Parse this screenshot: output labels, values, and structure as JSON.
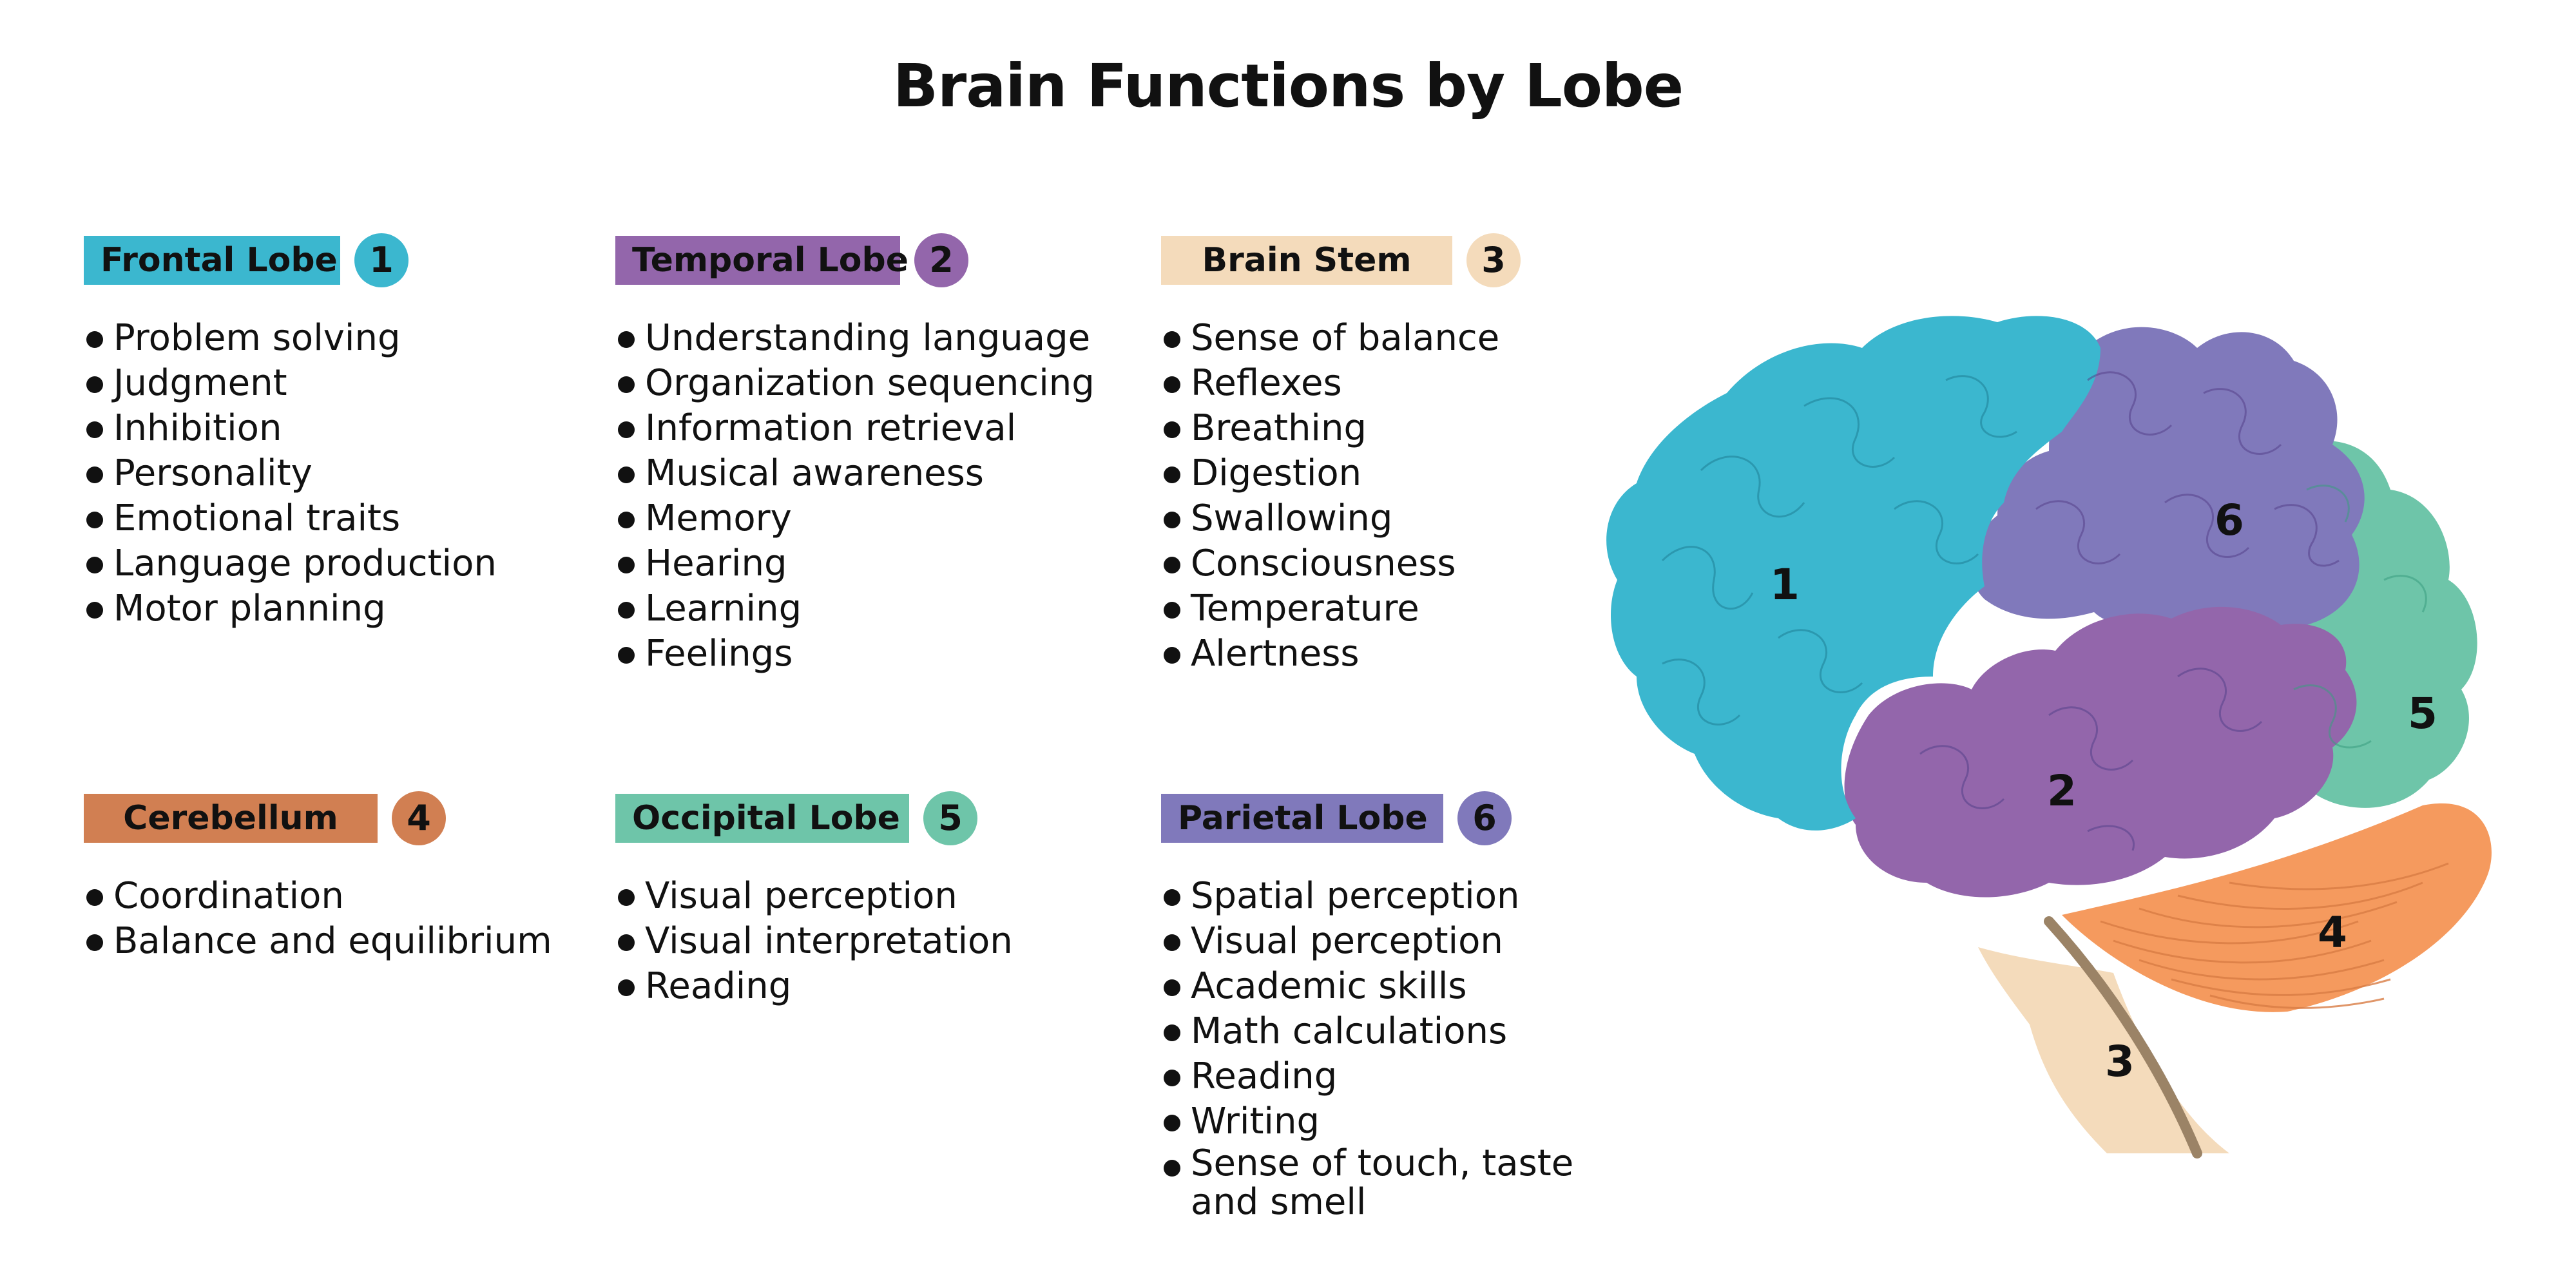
{
  "title": "Brain Functions by Lobe",
  "lobes": [
    {
      "name": "Frontal Lobe",
      "number": "1",
      "color": "#3bb7cf",
      "items": [
        "Problem solving",
        "Judgment",
        "Inhibition",
        "Personality",
        "Emotional traits",
        "Language production",
        "Motor planning"
      ]
    },
    {
      "name": "Temporal Lobe",
      "number": "2",
      "color": "#9366ab",
      "items": [
        "Understanding language",
        "Organization sequencing",
        "Information retrieval",
        "Musical awareness",
        "Memory",
        "Hearing",
        "Learning",
        "Feelings"
      ]
    },
    {
      "name": "Brain Stem",
      "number": "3",
      "color": "#f4dbbb",
      "items": [
        "Sense of balance",
        "Reflexes",
        "Breathing",
        "Digestion",
        "Swallowing",
        "Consciousness",
        "Temperature",
        "Alertness"
      ]
    },
    {
      "name": "Cerebellum",
      "number": "4",
      "color": "#d17f52",
      "items": [
        "Coordination",
        "Balance and equilibrium"
      ]
    },
    {
      "name": "Occipital Lobe",
      "number": "5",
      "color": "#6ec5a9",
      "items": [
        "Visual perception",
        "Visual interpretation",
        "Reading"
      ]
    },
    {
      "name": "Parietal Lobe",
      "number": "6",
      "color": "#8079bb",
      "items": [
        "Spatial perception",
        "Visual perception",
        "Academic skills",
        "Math calculations",
        "Reading",
        "Writing",
        "Sense of touch, taste and smell"
      ]
    }
  ],
  "brain_labels": [
    "1",
    "2",
    "3",
    "4",
    "5",
    "6"
  ],
  "colors": {
    "frontal": "#3bb7cf",
    "temporal": "#9366ab",
    "stem": "#f4dbbb",
    "cerebellum": "#f59a5e",
    "occipital": "#6ec5a9",
    "parietal": "#8079bb"
  }
}
